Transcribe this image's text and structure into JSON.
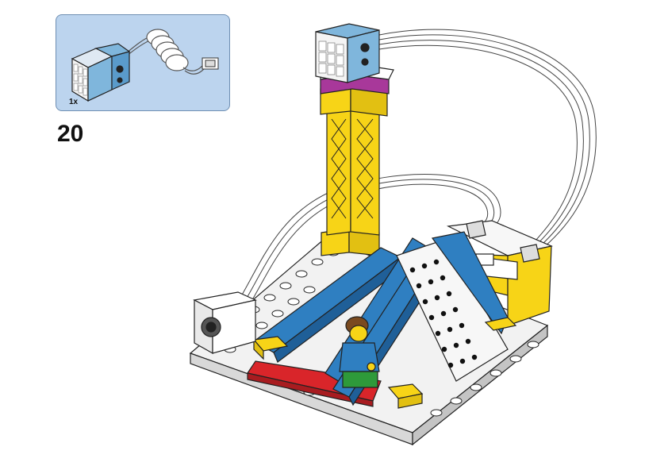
{
  "callout": {
    "quantity": "1x",
    "part": "light-sensor-with-cable"
  },
  "step_number": "20",
  "colors": {
    "callout_bg": "#bcd4ee",
    "callout_border": "#6f8fb3",
    "brick_yellow": "#f7d417",
    "brick_blue": "#2f7fc1",
    "brick_red": "#d9252a",
    "brick_magenta": "#a8389a",
    "sensor_blue": "#7fb6dc",
    "plate_white": "#f2f2f2"
  },
  "icons": [
    "color-sensor-icon",
    "distance-sensor-icon",
    "hub-icon",
    "minifigure-icon",
    "tower-icon",
    "tent-icon"
  ]
}
